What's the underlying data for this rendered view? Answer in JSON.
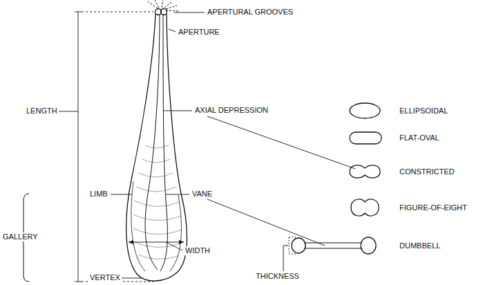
{
  "diagram": {
    "labels": [
      "APERTURAL GROOVES",
      "APERTURE",
      "LENGTH",
      "AXIAL DEPRESSION",
      "LIMB",
      "VANE",
      "GALLERY",
      "WIDTH",
      "VERTEX",
      "THICKNESS",
      "ELLIPSOIDAL",
      "FLAT-OVAL",
      "CONSTRICTED",
      "FIGURE-OF-EIGHT",
      "DUMBBELL"
    ]
  }
}
